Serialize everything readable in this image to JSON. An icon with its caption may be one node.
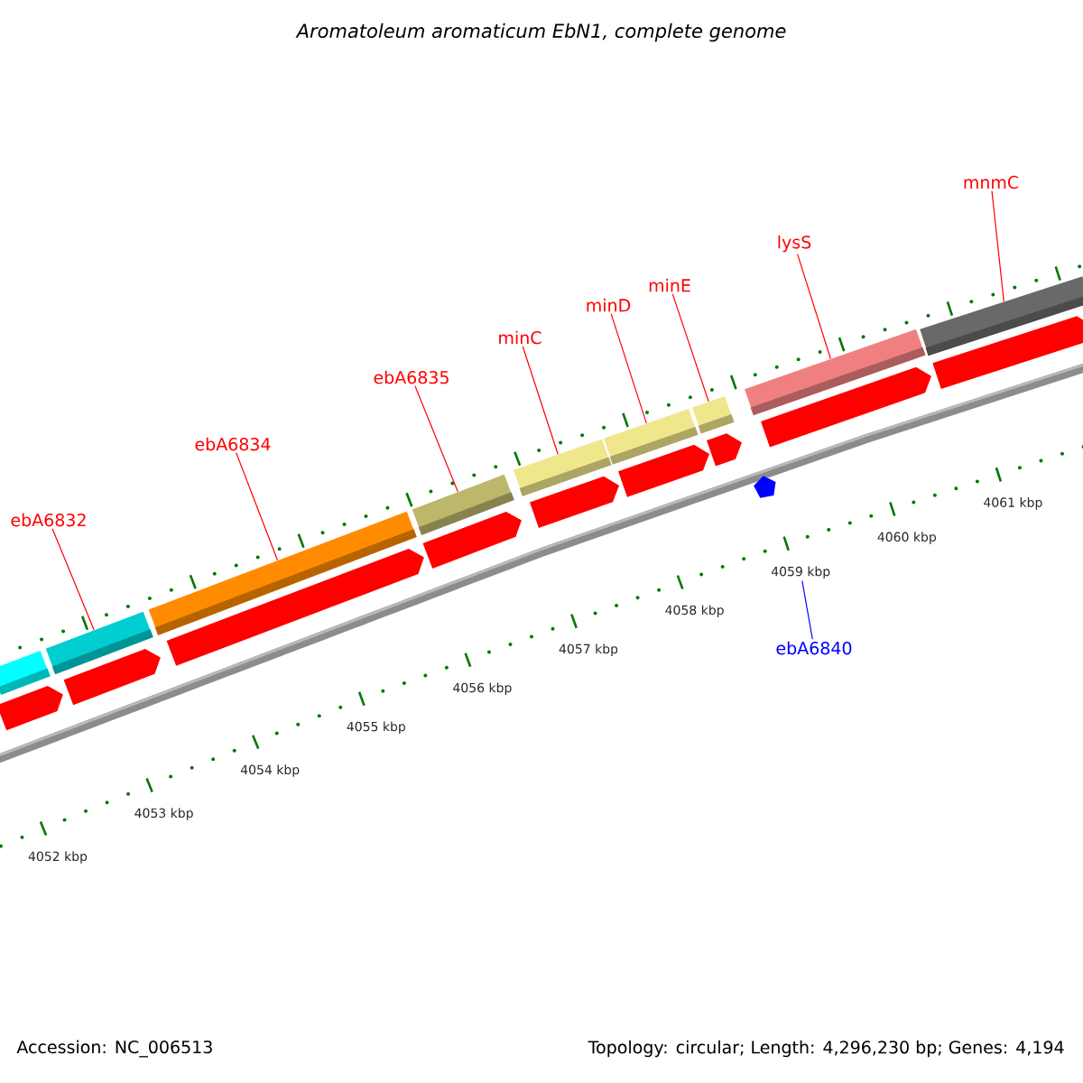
{
  "diagram": {
    "title": "Aromatoleum aromaticum EbN1, complete genome",
    "nodes": [
      {
        "text": [],
        "shape": "bar"
      },
      {
        "text": [],
        "shape": "bar"
      },
      {
        "text": [],
        "shape": "bar"
      },
      {
        "text": [],
        "shape": "bar"
      },
      {
        "text": [],
        "shape": "bar"
      },
      {
        "text": [],
        "shape": "bar"
      },
      {
        "text": [],
        "shape": "bar"
      },
      {
        "text": [],
        "shape": "bar"
      },
      {
        "text": [],
        "shape": "bar"
      },
      {
        "text": [],
        "shape": "arrow"
      },
      {
        "text": [],
        "shape": "arrow"
      },
      {
        "text": [],
        "shape": "arrow"
      },
      {
        "text": [],
        "shape": "arrow"
      },
      {
        "text": [],
        "shape": "arrow"
      },
      {
        "text": [],
        "shape": "arrow"
      },
      {
        "text": [],
        "shape": "arrow"
      },
      {
        "text": [],
        "shape": "arrow"
      },
      {
        "text": [],
        "shape": "arrow"
      },
      {
        "text": [
          "ebA6832"
        ]
      },
      {
        "text": [
          "ebA6834"
        ]
      },
      {
        "text": [
          "ebA6835"
        ]
      },
      {
        "text": [
          "minC"
        ]
      },
      {
        "text": [
          "minD"
        ]
      },
      {
        "text": [
          "minE"
        ]
      },
      {
        "text": [
          "lysS"
        ]
      },
      {
        "text": [
          "mnmC"
        ]
      },
      {
        "text": [
          "ebA6840"
        ]
      },
      {
        "text": [
          "4059 kbp"
        ]
      }
    ],
    "edges": [
      {
        "from": 18,
        "to": 1,
        "arrow": "none"
      },
      {
        "from": 19,
        "to": 2,
        "arrow": "none"
      },
      {
        "from": 20,
        "to": 3,
        "arrow": "none"
      },
      {
        "from": 21,
        "to": 4,
        "arrow": "none"
      },
      {
        "from": 22,
        "to": 5,
        "arrow": "none"
      },
      {
        "from": 23,
        "to": 6,
        "arrow": "none"
      },
      {
        "from": 24,
        "to": 7,
        "arrow": "none"
      },
      {
        "from": 25,
        "to": 8,
        "arrow": "none"
      },
      {
        "from": 26,
        "to": 27,
        "arrow": "none",
        "color": "#0000ff"
      }
    ],
    "labels": [
      "4052 kbp",
      "4053 kbp",
      "4054 kbp",
      "4055 kbp",
      "4056 kbp",
      "4057 kbp",
      "4058 kbp",
      "4060 kbp",
      "4061 kbp",
      "Accession: NC_006513",
      "Topology: circular; Length: 4,296,230 bp; Genes: 4,194"
    ]
  }
}
